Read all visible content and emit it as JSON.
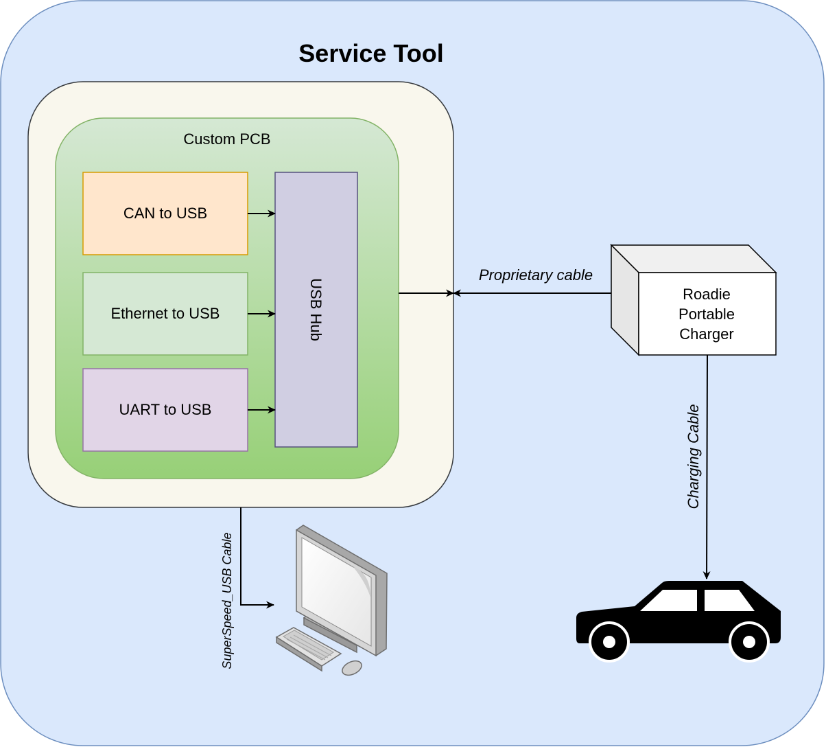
{
  "title": "Service Tool",
  "pcb": {
    "label": "Custom PCB",
    "modules": [
      "CAN to USB",
      "Ethernet to USB",
      "UART to USB"
    ],
    "hub": "USB Hub"
  },
  "charger": {
    "line1": "Roadie",
    "line2": "Portable",
    "line3": "Charger"
  },
  "cables": {
    "proprietary": "Proprietary cable",
    "charging": "Charging Cable",
    "usb": "SuperSpeed_USB Cable"
  },
  "icons": {
    "computer": "desktop-computer-icon",
    "car": "car-icon"
  },
  "colors": {
    "outer_fill": "#dae8fc",
    "outer_stroke": "#6c8ebf",
    "tool_fill": "#f9f7ed",
    "tool_stroke": "#36393d",
    "pcb_stroke": "#82b366",
    "can_fill": "#ffe6cc",
    "can_stroke": "#d79b00",
    "eth_fill": "#d5e8d4",
    "eth_stroke": "#82b366",
    "uart_fill": "#e1d5e7",
    "uart_stroke": "#9673a6",
    "hub_fill": "#d0cee2",
    "hub_stroke": "#56517e"
  }
}
